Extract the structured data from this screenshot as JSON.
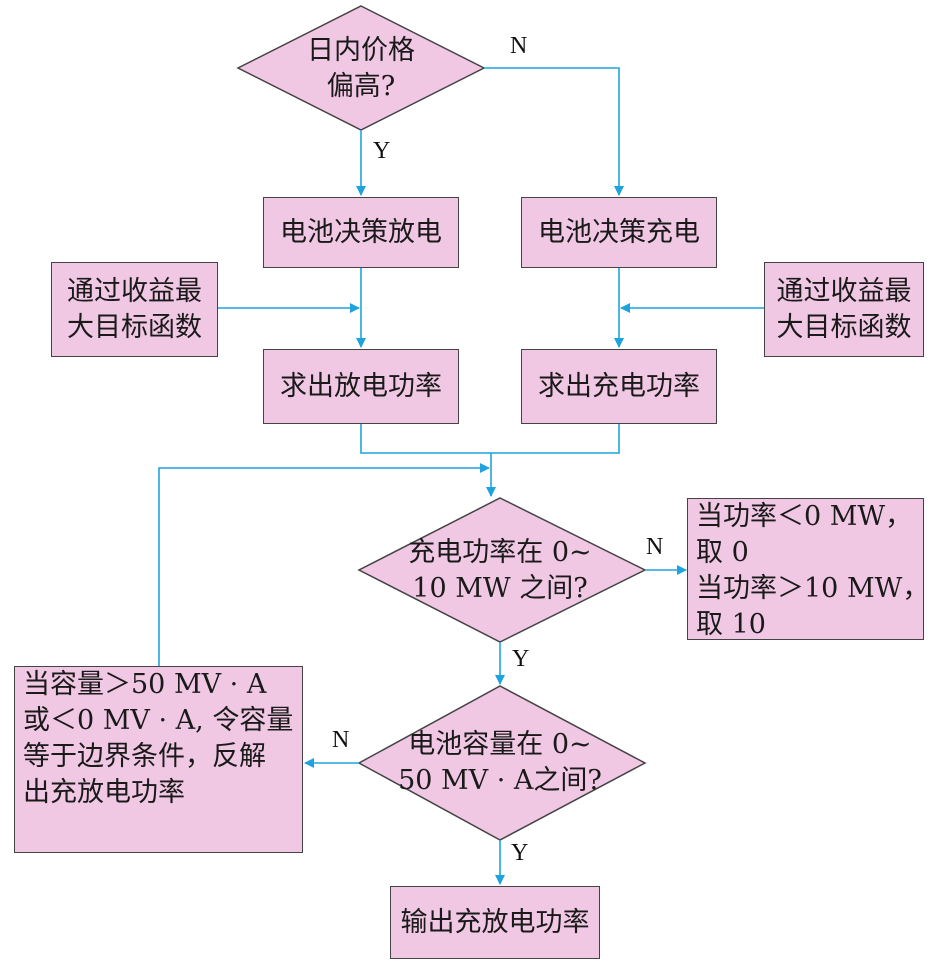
{
  "nodes": {
    "decision_price": {
      "line1": "日内价格",
      "line2": "偏高?"
    },
    "battery_discharge": "电池决策放电",
    "battery_charge": "电池决策充电",
    "revenue_left": {
      "line1": "通过收益最",
      "line2": "大目标函数"
    },
    "revenue_right": {
      "line1": "通过收益最",
      "line2": "大目标函数"
    },
    "solve_discharge": "求出放电功率",
    "solve_charge": "求出充电功率",
    "decision_power": {
      "line1": "充电功率在 0~",
      "line2": "10 MW 之间?"
    },
    "power_clamp": {
      "line1": "当功率＜0 MW，",
      "line2": "取 0",
      "line3": "当功率＞10 MW，",
      "line4": "取 10"
    },
    "decision_capacity": {
      "line1": "电池容量在 0~",
      "line2": "50 MV · A之间?"
    },
    "capacity_clamp": {
      "line1": "当容量＞50 MV · A",
      "line2": "或＜0 MV · A, 令容量",
      "line3": "等于边界条件，反解",
      "line4": "出充放电功率"
    },
    "output": "输出充放电功率"
  },
  "edge_labels": {
    "price_no": "N",
    "price_yes": "Y",
    "power_no": "N",
    "power_yes": "Y",
    "capacity_no": "N",
    "capacity_yes": "Y"
  },
  "colors": {
    "fill": "#f1c8e4",
    "stroke": "#444444",
    "arrow": "#1fa3df"
  }
}
